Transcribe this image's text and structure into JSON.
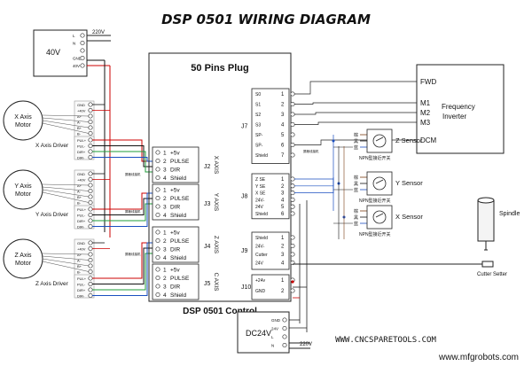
{
  "title": "DSP 0501 WIRING DIAGRAM",
  "plug_title": "50 Pins Plug",
  "control_label": "DSP 0501 Control",
  "psu_40v": {
    "label": "40V",
    "pins": [
      "L",
      "N",
      "",
      "GND",
      "40V"
    ],
    "input": "220V"
  },
  "psu_24v": {
    "label": "DC24V",
    "pins": [
      "GND",
      "24V",
      "L",
      "N"
    ],
    "input": "220V"
  },
  "motors": [
    {
      "name": "X Axis",
      "sub": "Motor",
      "driver": "X Axis Driver"
    },
    {
      "name": "Y Axis",
      "sub": "Motor",
      "driver": "Y Axis Driver"
    },
    {
      "name": "Z Axis",
      "sub": "Motor",
      "driver": "Z Axis Driver"
    }
  ],
  "driver_terminals": [
    "GND",
    "+40V",
    "A+",
    "A-",
    "B+",
    "B-",
    "PUL+",
    "PUL-",
    "DIR+",
    "DIR-"
  ],
  "axis_connectors": [
    {
      "id": "J2",
      "axis": "X AXIS"
    },
    {
      "id": "J3",
      "axis": "Y AXIS"
    },
    {
      "id": "J4",
      "axis": "Z AXIS"
    },
    {
      "id": "J5",
      "axis": "C AXIS"
    }
  ],
  "axis_pins": [
    "+5v",
    "PULSE",
    "DIR",
    "Shield"
  ],
  "j7": {
    "id": "J7",
    "pins": [
      "S0",
      "S1",
      "S2",
      "S3",
      "SP-",
      "SP-",
      "Shield"
    ]
  },
  "j8": {
    "id": "J8",
    "pins": [
      "Z SE",
      "Y SE",
      "X SE",
      "24V-",
      "24V",
      "Shield"
    ]
  },
  "j9": {
    "id": "J9",
    "pins": [
      "Shield",
      "24V-",
      "Cutter",
      "24V"
    ]
  },
  "j10": {
    "id": "J10",
    "pins": [
      "+24v",
      "GND"
    ]
  },
  "inverter": {
    "title": "Frequency",
    "title2": "Inverter",
    "terminals": [
      "FWD",
      "M1",
      "M2",
      "M3",
      "DCM"
    ]
  },
  "sensors": [
    {
      "label": "Z Sensor",
      "type": "NPN型接近开关"
    },
    {
      "label": "Y Sensor",
      "type": "NPN型接近开关"
    },
    {
      "label": "X Sensor",
      "type": "NPN型接近开关"
    }
  ],
  "sensor_wires": [
    "棕",
    "黑",
    "蓝"
  ],
  "shield_note": "屏蔽线接机",
  "spindle": "Spindle",
  "cutter_setter": "Cutter Setter",
  "site": "WWW.CNCSPARETOOLS.COM",
  "watermark": "www.mfgrobots.com"
}
